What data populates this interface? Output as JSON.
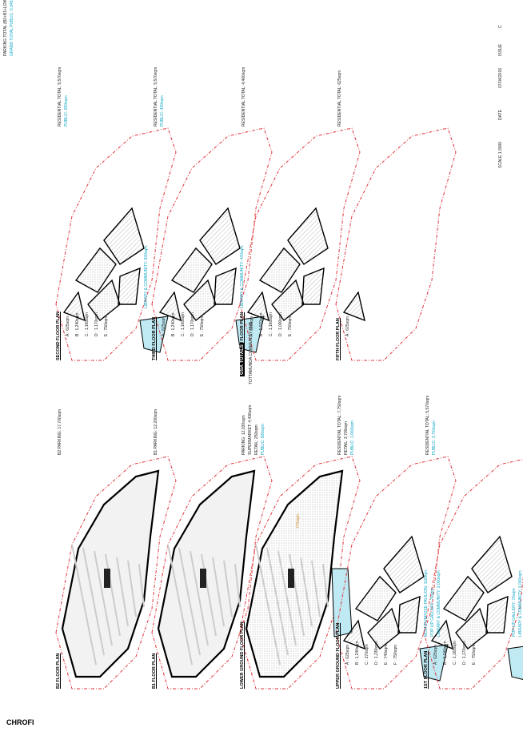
{
  "brand": "CHROFI",
  "sheet_title": {
    "label": "GSA TOTALS",
    "project": "TOTTAMUNDA COMMUNITY HUB",
    "scale": "SCALE 1:3000",
    "date_label": "DATE",
    "date": "07/04/2016",
    "issue_label": "ISSUE",
    "issue": "C"
  },
  "grand_totals": {
    "parking": "PARKING TOTAL (B2+B1+LOWER GROUND): 26,830sqm",
    "grand": "GRAND TOTAL PUBLIC: 6,845sqm"
  },
  "plans": [
    {
      "title": "B2 FLOOR PLAN",
      "lines": [
        "B2 PARKING: 17,700sqm"
      ]
    },
    {
      "title": "B1 FLOOR PLAN",
      "lines": [
        "B1 PARKING: 12,200sqm"
      ]
    },
    {
      "title": "LOWER GROUND FLOOR PLAN",
      "lines": [
        "PARKING: 12,030sqm",
        "SUPERMARKET: 4,436sqm",
        "RETAIL: 250sqm",
        "PUBLIC: 800sqm"
      ],
      "note": "770sqm"
    },
    {
      "title": "UPPER GROUND FLOOR PLAN",
      "lines": [
        "RESIDENTIAL TOTAL: 7,750sqm",
        "RETAIL: 3,700sqm",
        "PUBLIC: 1,000sqm"
      ],
      "tags": [
        "MULTIPURPOSE PAVILION: 116sqm",
        "POP UP GALLERY: 76sqm",
        "LIBRARY & COMMUNITY: 3,000sqm"
      ],
      "buildings": [
        "A : 625sqm",
        "B : 1,240sqm",
        "C : 270sqm",
        "D : 1,230sqm",
        "E : 740sqm",
        "F : 750sqm"
      ]
    },
    {
      "title": "1ST FLOOR PLAN",
      "lines": [
        "RESIDENTIAL TOTAL: 5,570sqm",
        "PUBLIC: 3,750sqm"
      ],
      "tags": [
        "POP UP GALLERY: 76sqm",
        "LIBRARY & COMMUNITY: 3,000sqm"
      ],
      "buildings": [
        "A : 625sqm",
        "B : 1,240sqm",
        "C : 1,160sqm",
        "D : 1,170sqm",
        "E : 750sqm"
      ]
    },
    {
      "title": "SECOND FLOOR PLAN",
      "lines": [
        "RESIDENTIAL TOTAL: 5,570sqm",
        "PUBLIC: 800sqm"
      ],
      "tags": [
        "LIBRARY & COMMUNITY: 800sqm"
      ],
      "buildings": [
        "A : 625sqm",
        "B : 1,240sqm",
        "C : 1,160sqm",
        "D : 1,170sqm",
        "E : 750sqm"
      ]
    },
    {
      "title": "THIRD FLOOR PLAN",
      "lines": [
        "RESIDENTIAL TOTAL: 5,570sqm",
        "PUBLIC: 400sqm"
      ],
      "tags": [
        "LIBRARY & COMMUNITY: 400sqm"
      ],
      "buildings": [
        "A : 625sqm",
        "B : 1,240sqm",
        "C : 1,160sqm",
        "D : 1,170sqm",
        "E : 750sqm"
      ]
    },
    {
      "title": "FOURTH FLOOR PLAN",
      "lines": [
        "RESIDENTIAL TOTAL: 4,460sqm"
      ],
      "buildings": [
        "A : 625sqm",
        "B : 1,070sqm",
        "C : 1,160sqm",
        "D : 1,000sqm",
        "E : 750sqm"
      ]
    },
    {
      "title": "FIFTH FLOOR PLAN",
      "lines": [
        "RESIDENTIAL TOTAL: 625sqm"
      ],
      "buildings": [
        "A : 625sqm"
      ]
    }
  ]
}
